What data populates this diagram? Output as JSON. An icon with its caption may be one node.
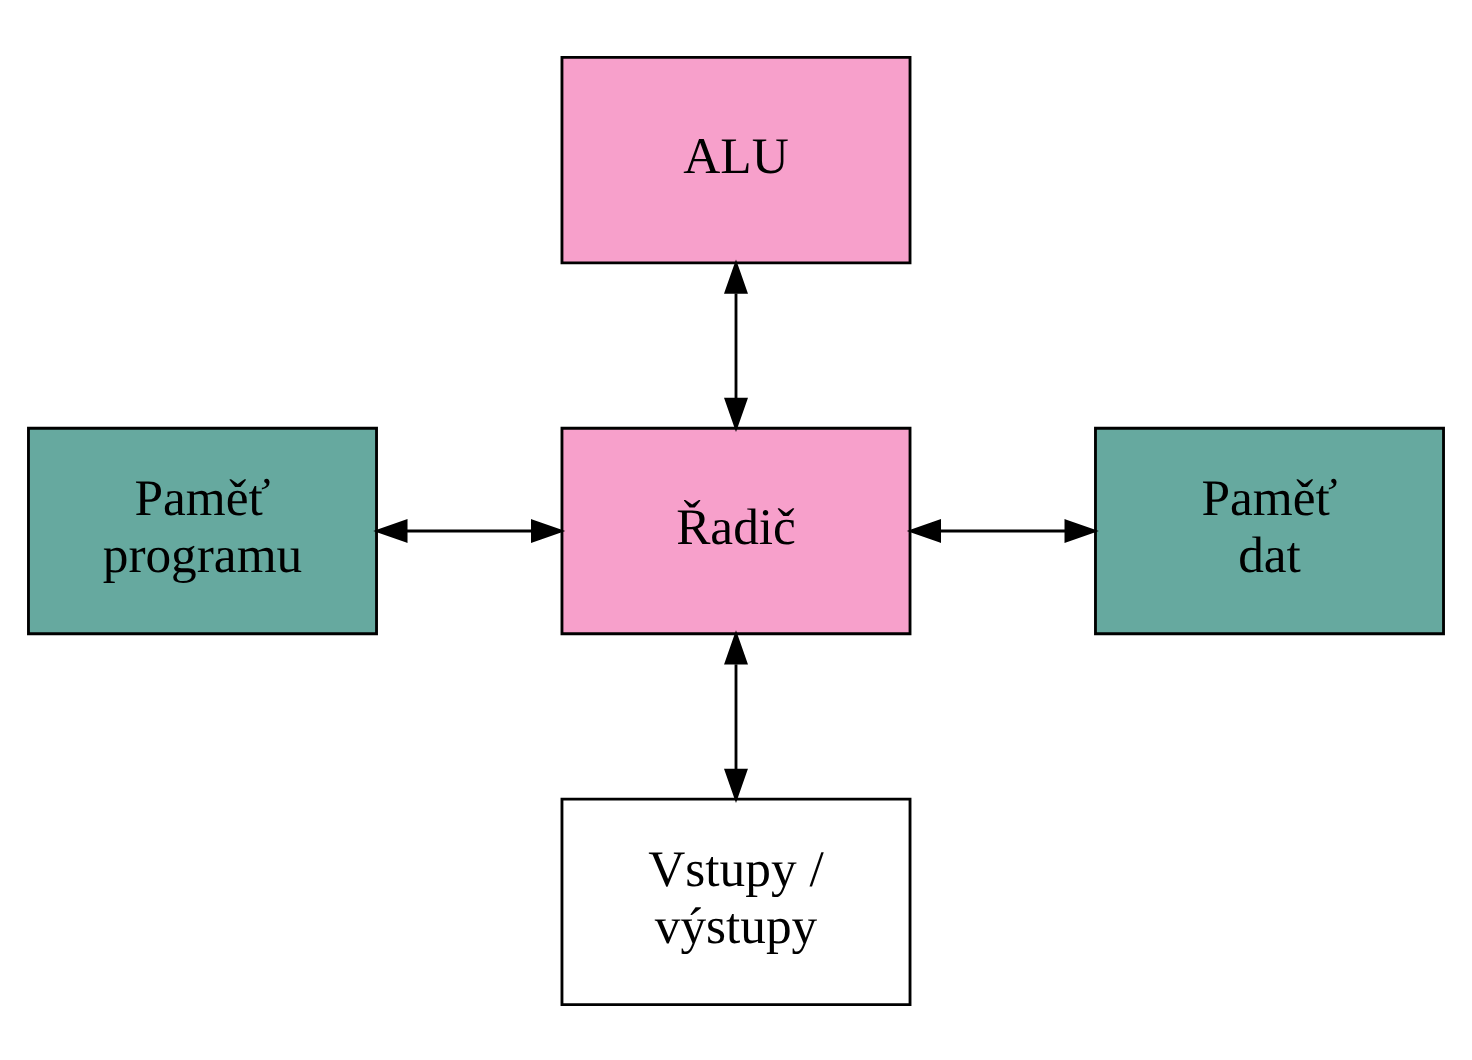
{
  "diagram": {
    "nodes": [
      {
        "text": [
          "ALU"
        ]
      },
      {
        "text": [
          "Paměť programu"
        ]
      },
      {
        "text": [
          "Řadič"
        ]
      },
      {
        "text": [
          "Paměť dat"
        ]
      },
      {
        "text": [
          "Vstupy / výstupy"
        ]
      }
    ],
    "edges": [
      {
        "from": 0,
        "to": 2,
        "arrow": "both"
      },
      {
        "from": 1,
        "to": 2,
        "arrow": "both"
      },
      {
        "from": 2,
        "to": 3,
        "arrow": "both"
      },
      {
        "from": 2,
        "to": 4,
        "arrow": "both"
      }
    ]
  }
}
